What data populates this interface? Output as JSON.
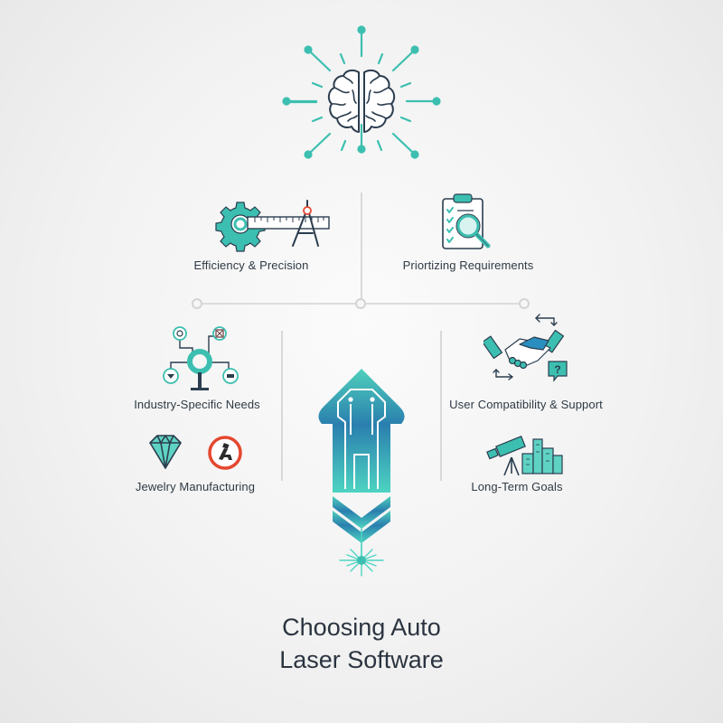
{
  "title": {
    "line1": "Choosing Auto",
    "line2": "Laser Software"
  },
  "top_icon": {
    "icon": "brain-icon",
    "accent": "#3cbfb0"
  },
  "upper_branch": [
    {
      "label": "Efficiency & Precision",
      "icon": "gear-ruler-compass-icon"
    },
    {
      "label": "Priortizing Requirements",
      "icon": "clipboard-magnifier-icon"
    }
  ],
  "left_column": [
    {
      "label": "Industry-Specific Needs",
      "icon": "industry-network-icon"
    },
    {
      "label": "Jewelry Manufacturing",
      "icon": "diamond-icon",
      "secondary_icon": "no-machinery-icon"
    }
  ],
  "right_column": [
    {
      "label": "User Compatibility & Support",
      "icon": "handshake-icon"
    },
    {
      "label": "Long-Term Goals",
      "icon": "telescope-city-icon"
    }
  ],
  "center_icon": {
    "icon": "circuit-arrow-laser-icon"
  },
  "colors": {
    "teal": "#3cbfb0",
    "blue": "#2a84ad",
    "dark": "#2b3d4f",
    "red": "#e5472f",
    "divider": "#d9d9d9"
  }
}
